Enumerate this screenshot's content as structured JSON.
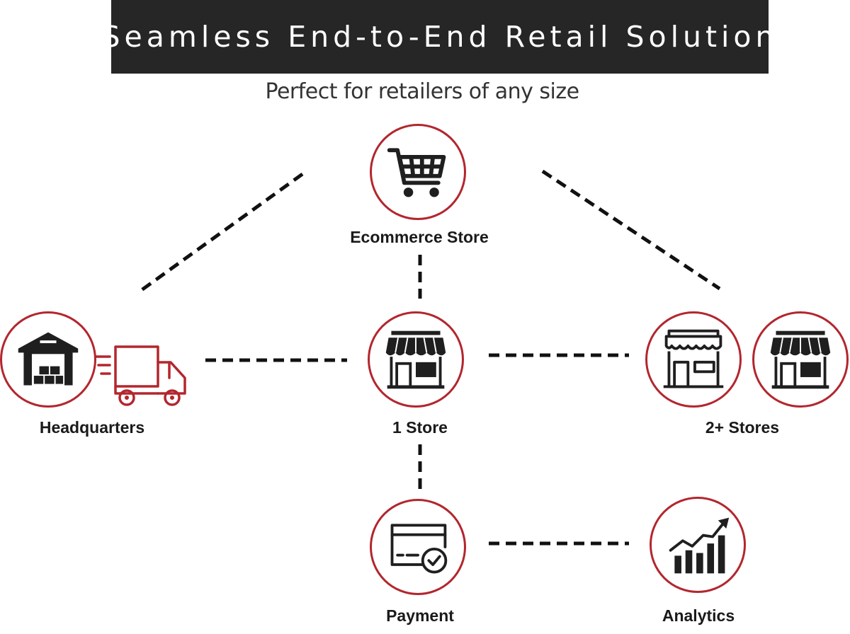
{
  "header": {
    "title": "Seamless End-to-End Retail Solution",
    "subtitle": "Perfect for retailers of any size"
  },
  "colors": {
    "title_bar": "#262626",
    "accent_red": "#b3262e",
    "icon_dark": "#1f1f1f"
  },
  "nodes": {
    "ecommerce": {
      "label": "Ecommerce Store",
      "icon": "shopping-cart-icon"
    },
    "headquarters": {
      "label": "Headquarters",
      "icon": "warehouse-icon",
      "secondary_icon": "delivery-truck-icon"
    },
    "one_store": {
      "label": "1 Store",
      "icon": "storefront-icon"
    },
    "multi_store": {
      "label": "2+ Stores",
      "icons": [
        "storefront-outline-icon",
        "storefront-icon"
      ]
    },
    "payment": {
      "label": "Payment",
      "icon": "credit-card-check-icon"
    },
    "analytics": {
      "label": "Analytics",
      "icon": "growth-chart-icon"
    }
  }
}
